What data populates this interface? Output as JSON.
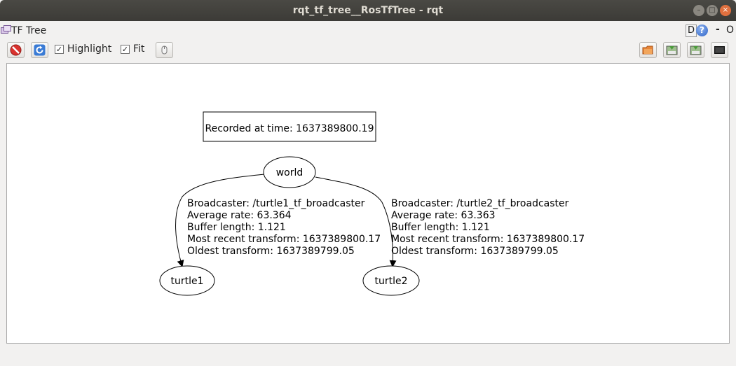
{
  "window": {
    "title": "rqt_tf_tree__RosTfTree - rqt"
  },
  "plugin": {
    "title": "TF Tree",
    "d_label": "D",
    "help_label": "?",
    "dash_label": "-",
    "close_label": "O"
  },
  "toolbar": {
    "highlight_label": "Highlight",
    "highlight_checked": "✓",
    "fit_label": "Fit",
    "fit_checked": "✓"
  },
  "graph": {
    "recorded": "Recorded at time: 1637389800.19",
    "nodes": {
      "world": "world",
      "turtle1": "turtle1",
      "turtle2": "turtle2"
    },
    "edge1": {
      "broadcaster": "Broadcaster: /turtle1_tf_broadcaster",
      "rate": "Average rate: 63.364",
      "buffer": "Buffer length: 1.121",
      "recent": "Most recent transform: 1637389800.17",
      "oldest": "Oldest transform: 1637389799.05"
    },
    "edge2": {
      "broadcaster": "Broadcaster: /turtle2_tf_broadcaster",
      "rate": "Average rate: 63.363",
      "buffer": "Buffer length: 1.121",
      "recent": "Most recent transform: 1637389800.17",
      "oldest": "Oldest transform: 1637389799.05"
    }
  },
  "icons": {
    "stop": "stop-icon",
    "refresh": "refresh-icon",
    "save_as_image": "open-folder-icon",
    "save_dot": "save-dot-icon",
    "save_svg": "save-svg-icon",
    "save_image": "save-image-icon",
    "mouse": "mouse-icon"
  }
}
